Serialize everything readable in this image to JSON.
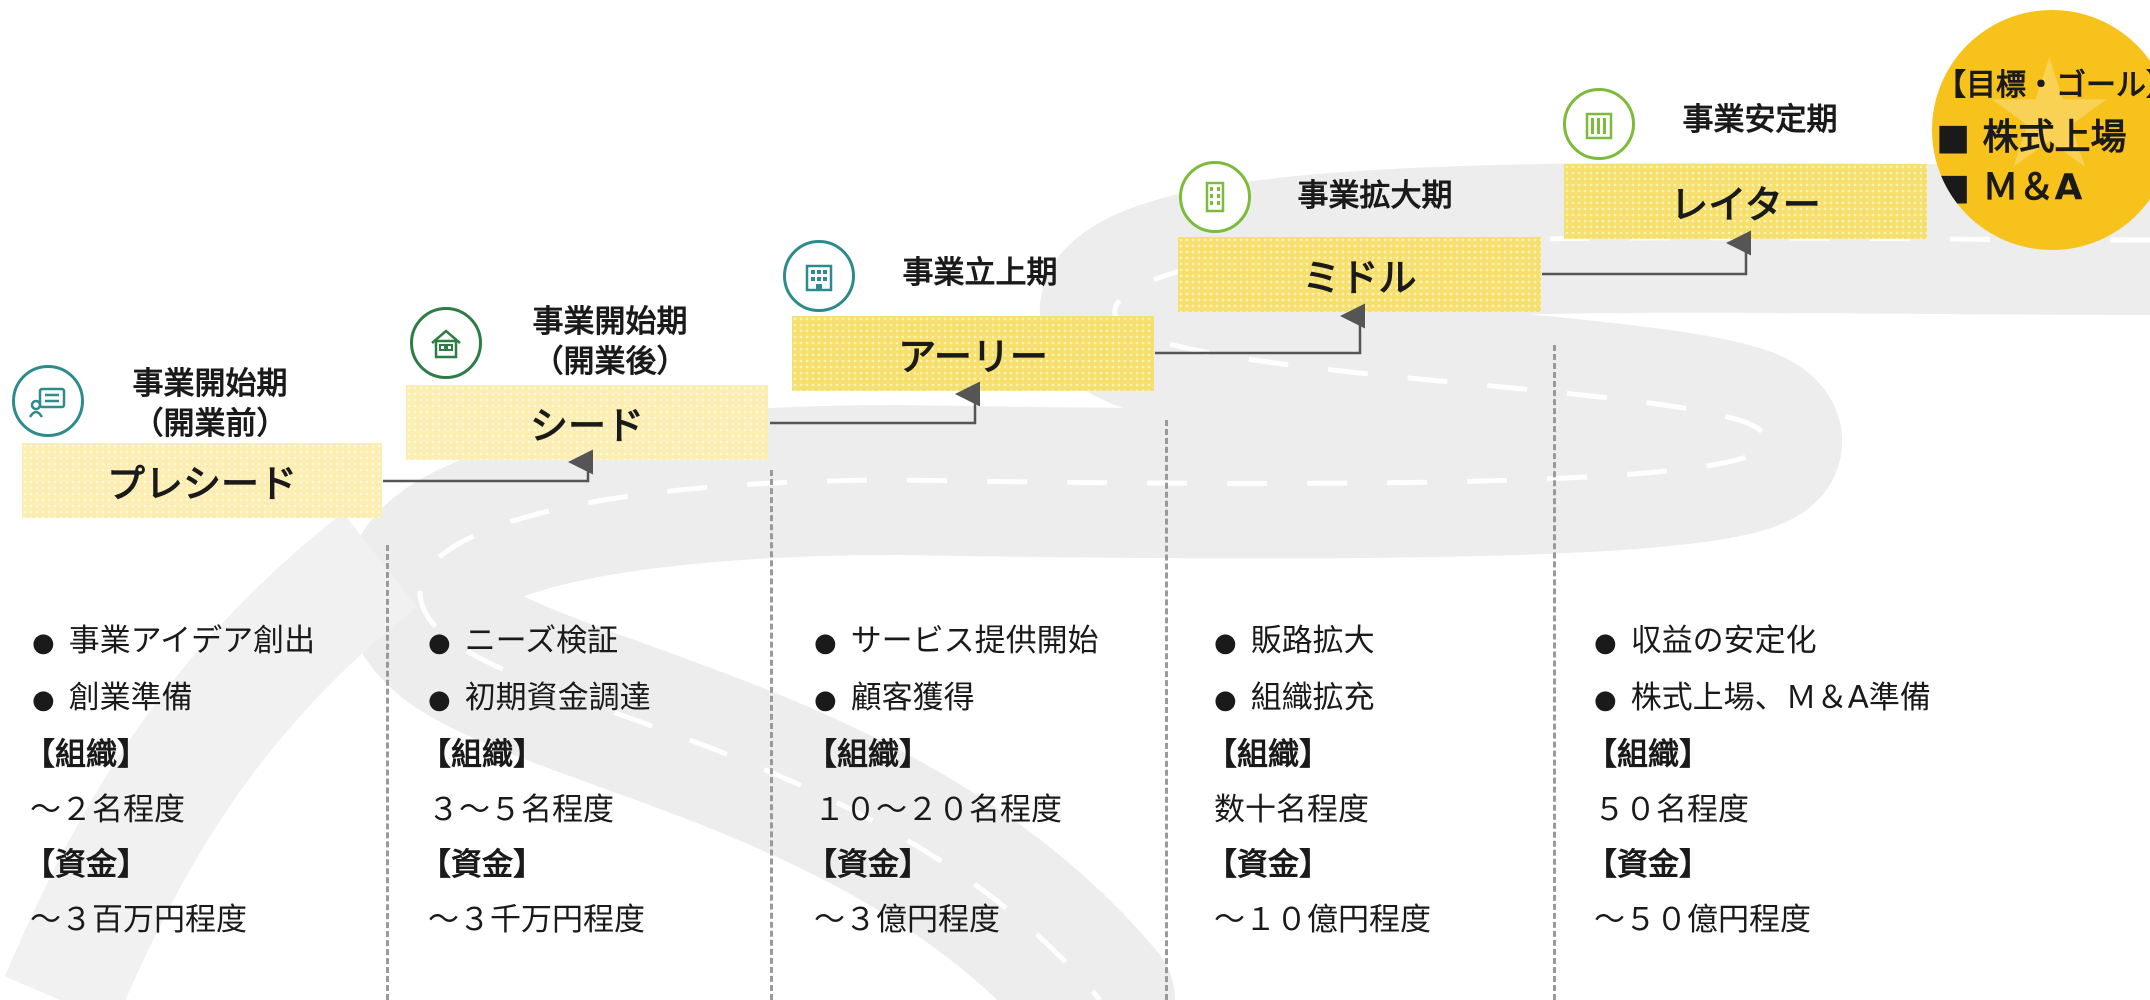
{
  "stages": [
    {
      "id": "preseed",
      "phase_line1": "事業開始期",
      "phase_line2": "（開業前）",
      "name": "プレシード",
      "icon": "speech-bubble-icon",
      "bullets": [
        "事業アイデア創出",
        "創業準備"
      ],
      "org_label": "【組織】",
      "org": "～２名程度",
      "funds_label": "【資金】",
      "funds": "～３百万円程度"
    },
    {
      "id": "seed",
      "phase_line1": "事業開始期",
      "phase_line2": "（開業後）",
      "name": "シード",
      "icon": "house-icon",
      "bullets": [
        "ニーズ検証",
        "初期資金調達"
      ],
      "org_label": "【組織】",
      "org": "３～５名程度",
      "funds_label": "【資金】",
      "funds": "～３千万円程度"
    },
    {
      "id": "early",
      "phase_line1": "事業立上期",
      "phase_line2": "",
      "name": "アーリー",
      "icon": "office-building-icon",
      "bullets": [
        "サービス提供開始",
        "顧客獲得"
      ],
      "org_label": "【組織】",
      "org": "１０～２０名程度",
      "funds_label": "【資金】",
      "funds": "～３億円程度"
    },
    {
      "id": "middle",
      "phase_line1": "事業拡大期",
      "phase_line2": "",
      "name": "ミドル",
      "icon": "tall-building-icon",
      "bullets": [
        "販路拡大",
        "組織拡充"
      ],
      "org_label": "【組織】",
      "org": "数十名程度",
      "funds_label": "【資金】",
      "funds": "～１０億円程度"
    },
    {
      "id": "later",
      "phase_line1": "事業安定期",
      "phase_line2": "",
      "name": "レイター",
      "icon": "skyscraper-icon",
      "bullets": [
        "収益の安定化",
        "株式上場、Ｍ＆A準備"
      ],
      "org_label": "【組織】",
      "org": "５０名程度",
      "funds_label": "【資金】",
      "funds": "～５０億円程度"
    }
  ],
  "goal": {
    "title": "【目標・ゴール】",
    "item1": "■ 株式上場",
    "item2": "■ Ｍ＆A",
    "icon": "star-icon"
  },
  "colors": {
    "box": "#f6df6a",
    "box_pale": "#fbeeb0",
    "goal": "#f7c21b",
    "icon_teal": "#2e8b8b",
    "icon_green": "#2e7d46",
    "icon_lime": "#7dbb3a",
    "road": "#ececec"
  }
}
